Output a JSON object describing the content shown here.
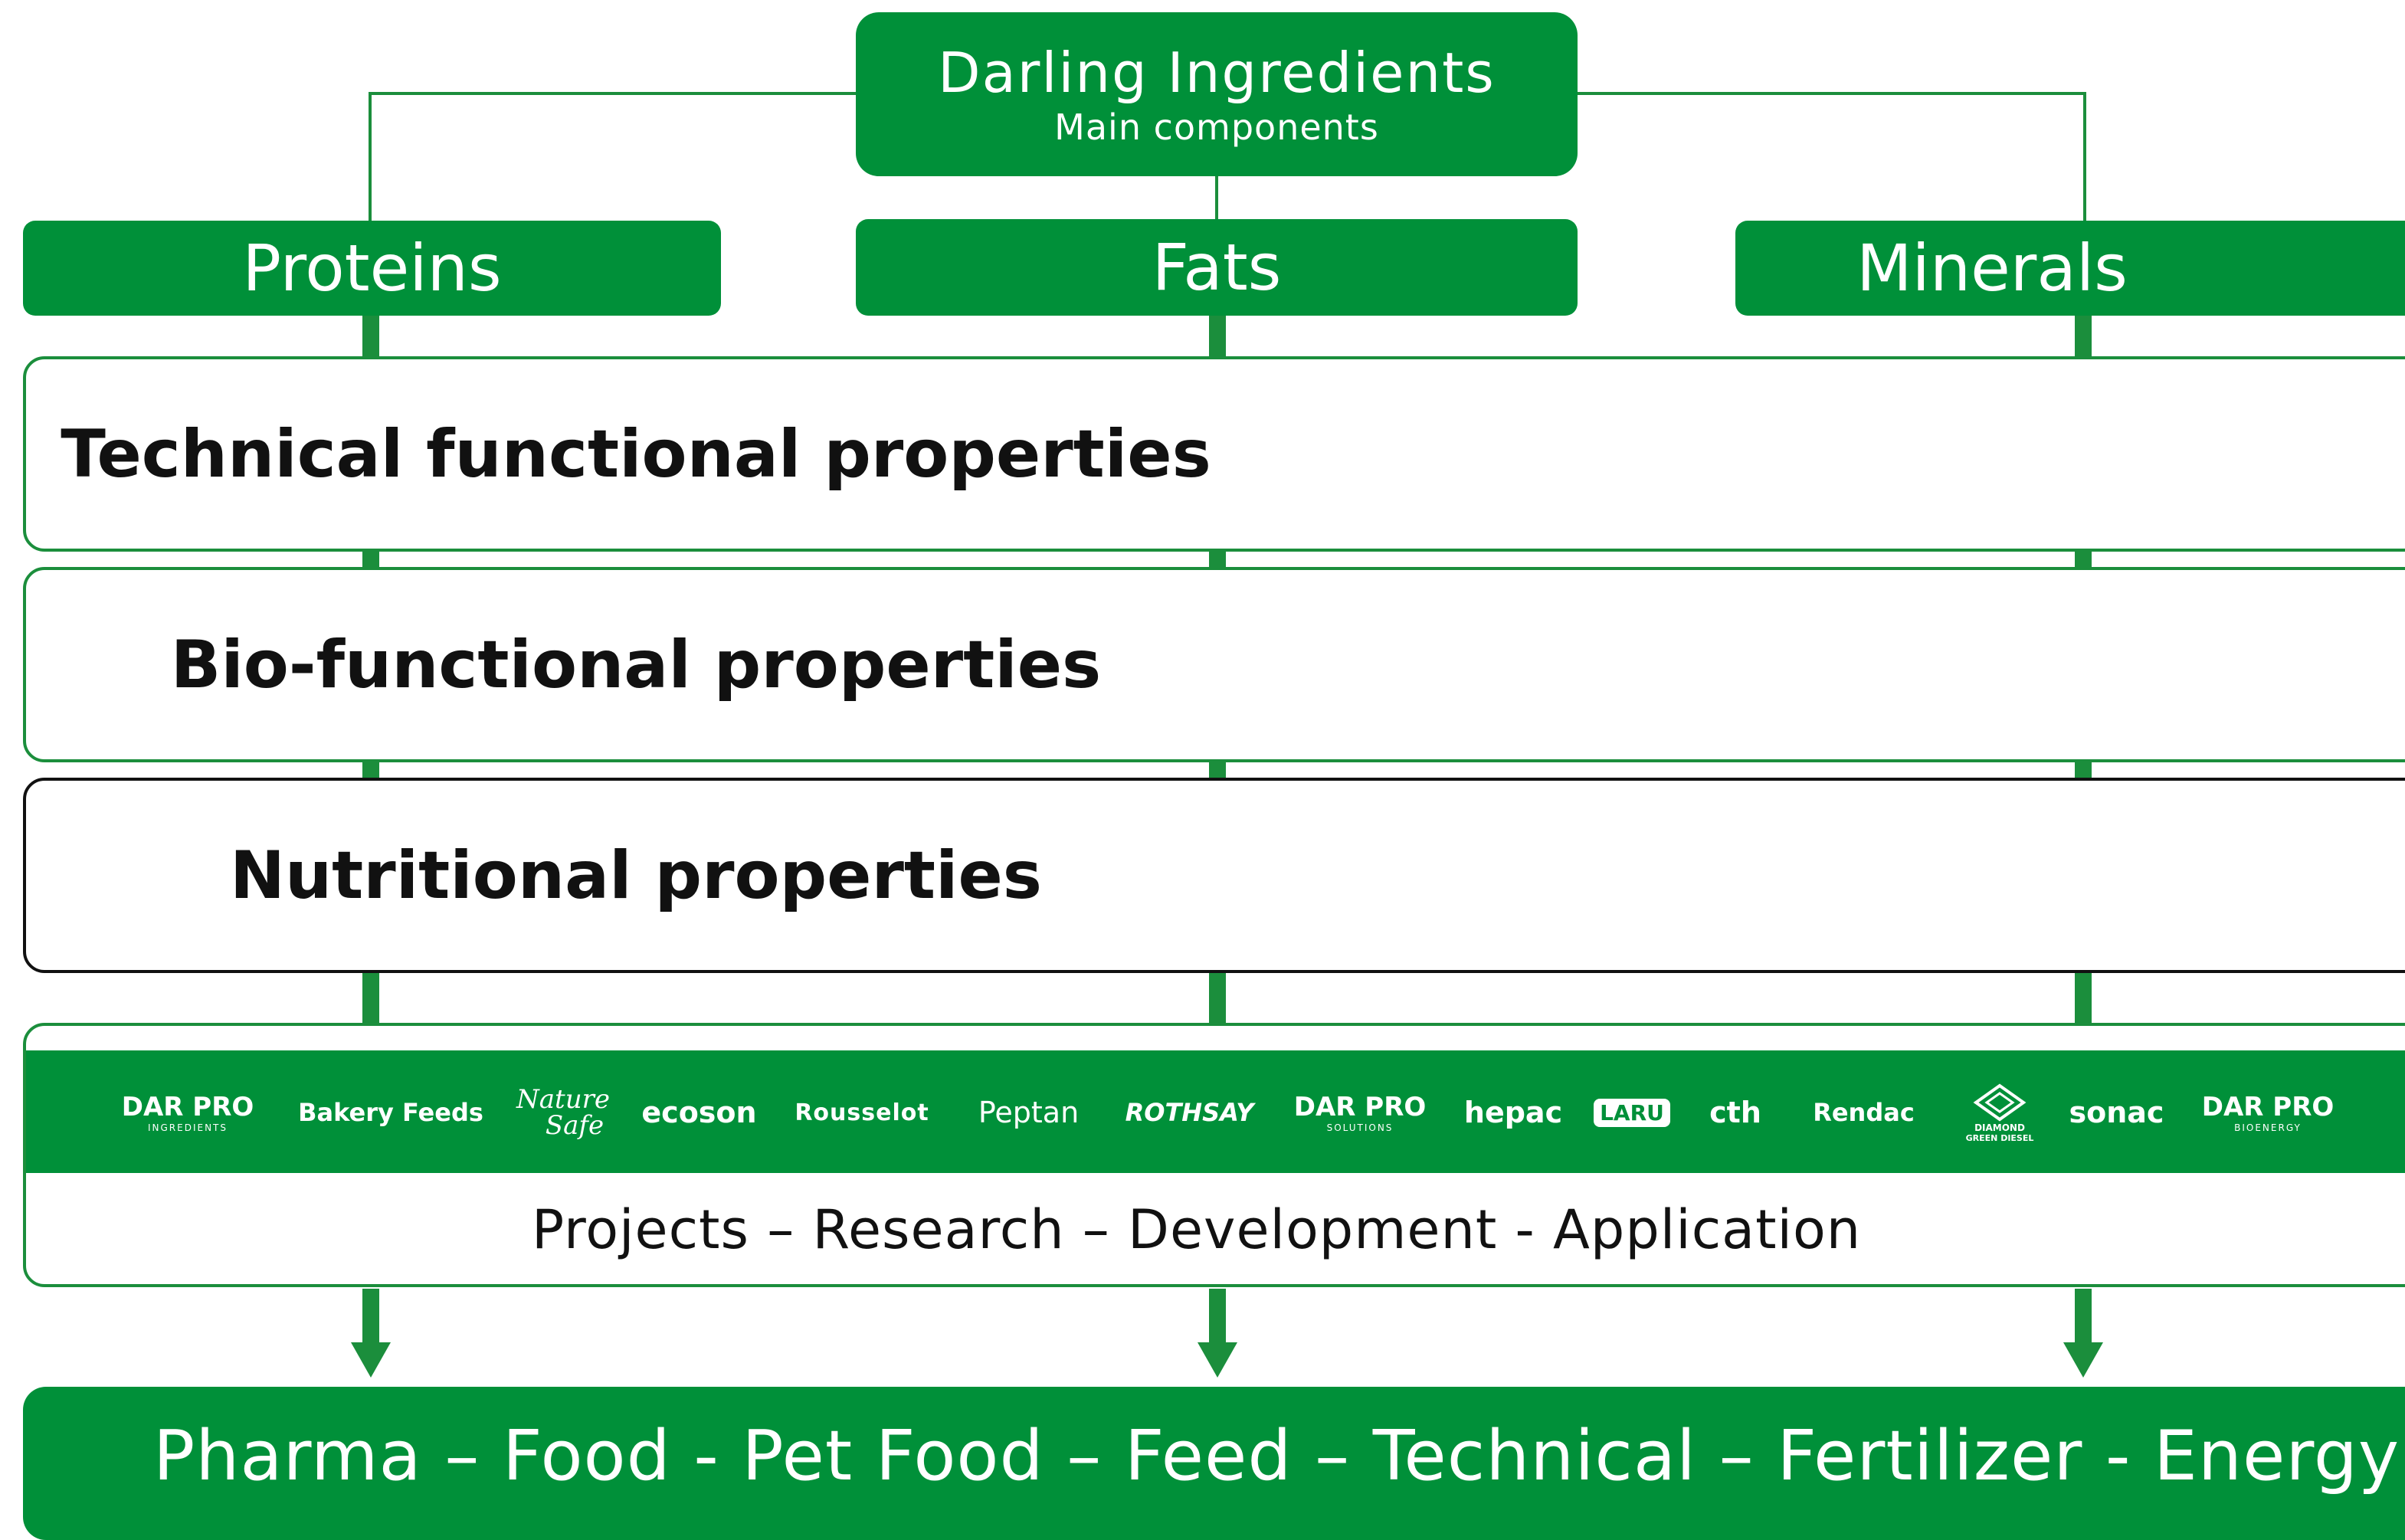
{
  "header": {
    "title": "Darling Ingredients",
    "subtitle": "Main components"
  },
  "components": [
    {
      "label": "Proteins"
    },
    {
      "label": "Fats"
    },
    {
      "label": "Minerals"
    }
  ],
  "properties": [
    {
      "label": "Technical functional properties"
    },
    {
      "label": "Bio-functional properties"
    },
    {
      "label": "Nutritional properties"
    }
  ],
  "brands": [
    {
      "main": "DAR PRO",
      "sub": "INGREDIENTS"
    },
    {
      "main": "Bakery Feeds",
      "sub": ""
    },
    {
      "main": "Nature",
      "sub": "Safe"
    },
    {
      "main": "ecoson",
      "sub": ""
    },
    {
      "main": "Rousselot",
      "sub": ""
    },
    {
      "main": "Peptan",
      "sub": ""
    },
    {
      "main": "ROTHSAY",
      "sub": ""
    },
    {
      "main": "DAR PRO",
      "sub": "SOLUTIONS"
    },
    {
      "main": "hepac",
      "sub": ""
    },
    {
      "main": "LARU",
      "sub": ""
    },
    {
      "main": "cth",
      "sub": ""
    },
    {
      "main": "Rendac",
      "sub": ""
    },
    {
      "main": "DIAMOND",
      "sub": "GREEN DIESEL"
    },
    {
      "main": "sonac",
      "sub": ""
    },
    {
      "main": "DAR PRO",
      "sub": "BIOENERGY"
    }
  ],
  "activities": "Projects – Research – Development - Application",
  "markets": "Pharma – Food - Pet Food – Feed – Technical – Fertilizer - Energy",
  "colors": {
    "brand_green": "#009039",
    "line_green": "#1b8e3c",
    "text_dark": "#111111"
  }
}
